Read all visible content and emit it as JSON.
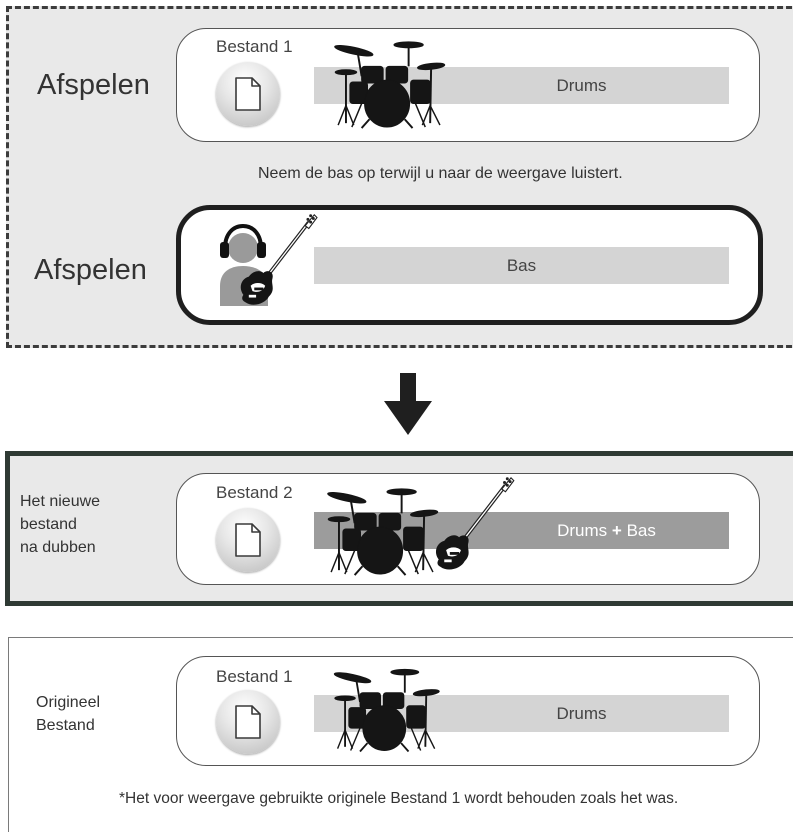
{
  "playback_section": {
    "row1_label": "Afspelen",
    "row1_file": "Bestand 1",
    "row1_track": "Drums",
    "instruction": "Neem de bas op terwijl u naar de weergave luistert.",
    "row2_label": "Afspelen",
    "row2_track": "Bas"
  },
  "arrow_icon": "arrow-down-icon",
  "result_section": {
    "label_line1": "Het nieuwe",
    "label_line2": "bestand",
    "label_line3": "na dubben",
    "file": "Bestand 2",
    "track_part1": "Drums",
    "track_plus": "+",
    "track_part2": "Bas"
  },
  "original_section": {
    "label_line1": "Origineel",
    "label_line2": "Bestand",
    "file": "Bestand 1",
    "track": "Drums",
    "footnote": "*Het voor weergave gebruikte originele Bestand 1 wordt behouden zoals het was."
  },
  "icons": [
    "file-icon",
    "drum-kit-icon",
    "bass-guitar-icon",
    "listener-headphones-icon"
  ]
}
